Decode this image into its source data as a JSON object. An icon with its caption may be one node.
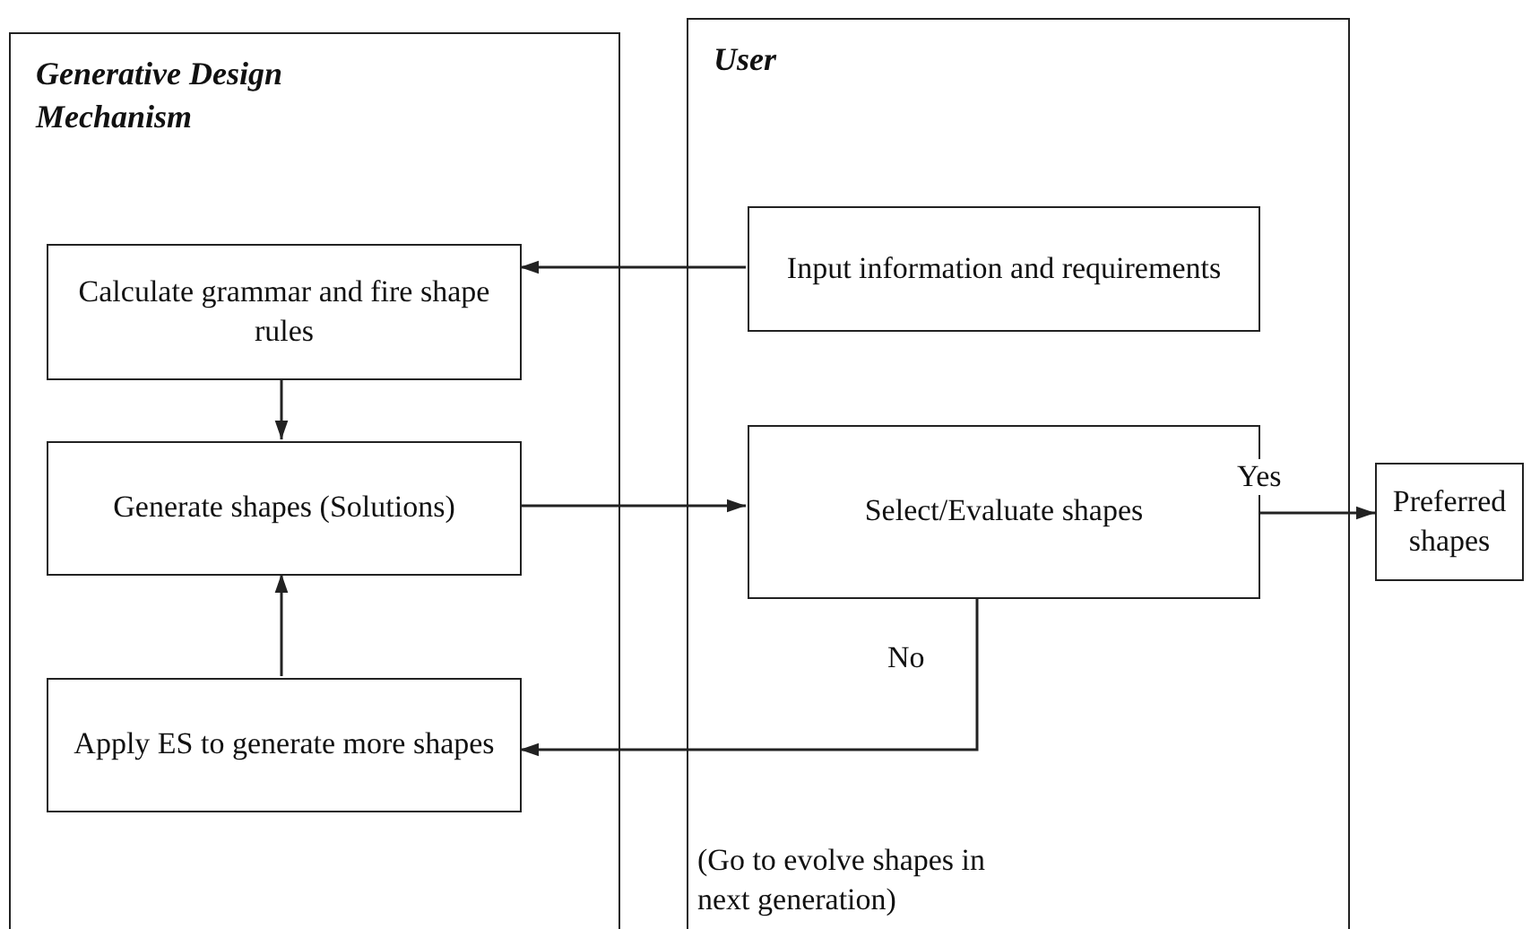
{
  "diagram": {
    "nodes": [
      {
        "text": [
          "Generative Design Mechanism"
        ]
      },
      {
        "text": [
          "User"
        ]
      },
      {
        "text": [
          "Calculate grammar and fire shape rules"
        ],
        "in": 0
      },
      {
        "text": [
          "Generate shapes (Solutions)"
        ],
        "in": 0
      },
      {
        "text": [
          "Apply ES to generate more shapes"
        ],
        "in": 0
      },
      {
        "text": [
          "Input information and requirements"
        ],
        "in": 1
      },
      {
        "text": [
          "Select/Evaluate shapes"
        ],
        "in": 1
      },
      {
        "text": [
          "Preferred shapes"
        ]
      }
    ],
    "edges": [
      {
        "from": 5,
        "to": 2,
        "arrow": "to"
      },
      {
        "from": 2,
        "to": 3,
        "arrow": "to"
      },
      {
        "from": 4,
        "to": 3,
        "arrow": "to"
      },
      {
        "from": 3,
        "to": 6,
        "arrow": "to"
      },
      {
        "from": 6,
        "to": 7,
        "arrow": "to",
        "label": "Yes"
      },
      {
        "from": 6,
        "to": 4,
        "arrow": "to",
        "label": "No"
      }
    ],
    "labels": [
      "(Go to evolve shapes in next generation)"
    ]
  }
}
